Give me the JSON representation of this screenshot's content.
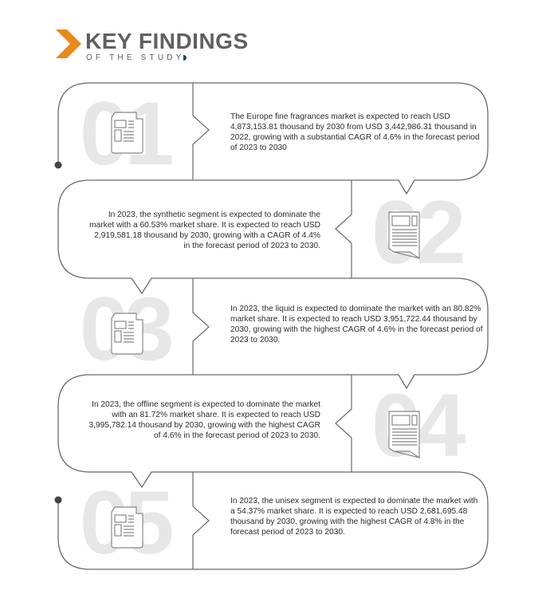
{
  "header": {
    "title": "KEY FINDINGS",
    "subtitle": "OF THE STUDY",
    "accent": "#e8891c"
  },
  "findings": [
    {
      "number": "01",
      "text": "The Europe fine fragrances market is expected to reach USD 4,873,153.81 thousand by 2030 from USD 3,442,986.31 thousand in 2022, growing with a substantial CAGR of 4.6% in the forecast period of 2023 to 2030"
    },
    {
      "number": "02",
      "text": "In 2023, the synthetic segment is expected to dominate the market with a 60.53% market share. It is expected to reach USD 2,919,581.18 thousand by 2030, growing with a CAGR of 4.4% in the forecast period of 2023 to 2030."
    },
    {
      "number": "03",
      "text": "In 2023, the liquid is expected to dominate the market with an 80.82% market share. It is expected to reach USD 3,951,722.44 thousand by 2030, growing with the highest CAGR of 4.6% in the forecast period of 2023 to 2030."
    },
    {
      "number": "04",
      "text": "In 2023, the offline segment is expected to dominate the market with an 81.72% market share. It is expected to reach USD 3,995,782.14 thousand by 2030, growing with the highest CAGR of 4.6% in the forecast period of 2023 to 2030."
    },
    {
      "number": "05",
      "text": "In 2023, the unisex segment is expected to dominate the market with a 54.37% market share. It is expected to reach USD 2,681,695.48 thousand by 2030, growing with the highest CAGR of 4.8% in the forecast period of 2023 to 2030."
    }
  ]
}
